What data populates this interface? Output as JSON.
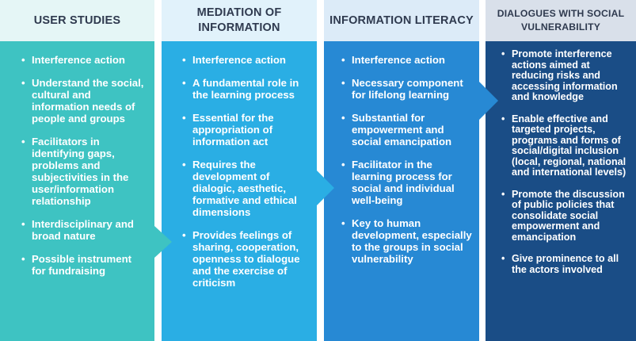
{
  "columns": [
    {
      "title": "USER STUDIES",
      "items": [
        "Interference action",
        "Understand the social, cultural and information needs of people and groups",
        "Facilitators in identifying gaps, problems and subjectivities in the user/information relationship",
        "Interdisciplinary and broad nature",
        "Possible instrument for fundraising"
      ]
    },
    {
      "title": "MEDIATION OF INFORMATION",
      "items": [
        "Interference action",
        "A fundamental role in the learning process",
        "Essential for the appropriation of information act",
        "Requires the development of dialogic, aesthetic, formative and ethical dimensions",
        "Provides feelings of sharing, cooperation, openness to dialogue and the exercise of criticism"
      ]
    },
    {
      "title": "INFORMATION LITERACY",
      "items": [
        "Interference action",
        "Necessary component for lifelong learning",
        "Substantial for empowerment and social emancipation",
        "Facilitator in the learning process for social and individual well-being",
        "Key to human development, especially to the groups in social vulnerability"
      ]
    },
    {
      "title": "DIALOGUES WITH SOCIAL VULNERABILITY",
      "items": [
        "Promote interference actions aimed at reducing risks and accessing information and knowledge",
        "Enable effective and targeted projects, programs and forms of social/digital inclusion (local, regional, national and international levels)",
        "Promote the discussion of public policies that consolidate social empowerment and emancipation",
        "Give prominence to all the actors involved"
      ]
    }
  ],
  "colors": {
    "col1_header": "#e5f6f6",
    "col1_body": "#3ec3c2",
    "col2_header": "#e1f2fb",
    "col2_body": "#2aaee4",
    "col3_header": "#dcebf8",
    "col3_body": "#2789d4",
    "col4_header": "#d9e0ea",
    "col4_body": "#1a4d86",
    "title_text": "#2f3a4f",
    "item_text": "#ffffff"
  }
}
